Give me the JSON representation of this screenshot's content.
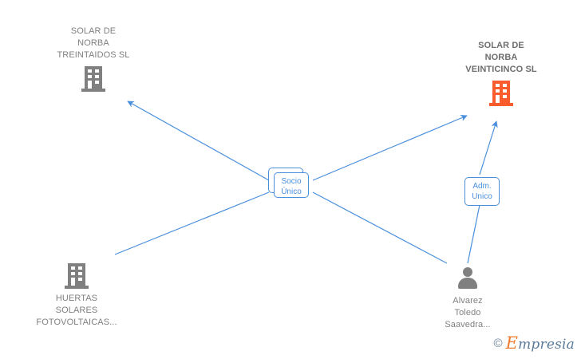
{
  "diagram": {
    "type": "corporate-relationship-graph",
    "nodes": [
      {
        "id": "solar-norba-treintaidos",
        "label": "SOLAR DE\nNORBA\nTREINTAIDOS SL",
        "icon": "building-icon",
        "icon_color": "#808080",
        "highlight": false
      },
      {
        "id": "solar-norba-veinticinco",
        "label": "SOLAR DE\nNORBA\nVEINTICINCO SL",
        "icon": "building-icon",
        "icon_color": "#fa5c2d",
        "highlight": true
      },
      {
        "id": "huertas-solares",
        "label": "HUERTAS\nSOLARES\nFOTOVOLTAICAS...",
        "icon": "building-icon",
        "icon_color": "#808080",
        "highlight": false
      },
      {
        "id": "alvarez-toledo",
        "label": "Alvarez\nToledo\nSaavedra...",
        "icon": "person-icon",
        "icon_color": "#808080",
        "highlight": false
      }
    ],
    "relations": [
      {
        "id": "socio-unico-back",
        "label": "Socio\nÚnico",
        "visible_text": false
      },
      {
        "id": "socio-unico-front",
        "label": "Socio\nÚnico",
        "visible_text": true
      },
      {
        "id": "adm-unico",
        "label": "Adm.\nUnico",
        "visible_text": true
      }
    ],
    "edge_color": "#4a8fdc"
  },
  "watermark": {
    "copyright": "©",
    "brand_initial": "E",
    "brand_rest": "mpresia"
  }
}
